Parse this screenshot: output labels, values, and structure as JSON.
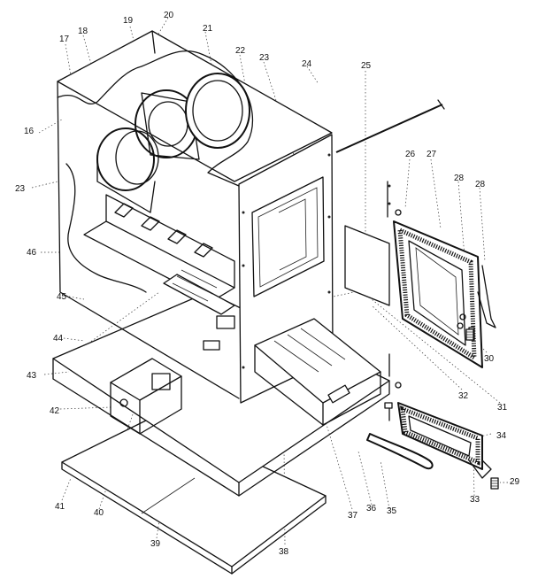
{
  "labels": [
    "16",
    "17",
    "18",
    "19",
    "20",
    "21",
    "22",
    "23",
    "24",
    "25",
    "26",
    "27",
    "28",
    "28",
    "30",
    "31",
    "32",
    "33",
    "34",
    "29",
    "35",
    "36",
    "37",
    "38",
    "39",
    "40",
    "41",
    "42",
    "43",
    "44",
    "45",
    "46",
    "23"
  ]
}
